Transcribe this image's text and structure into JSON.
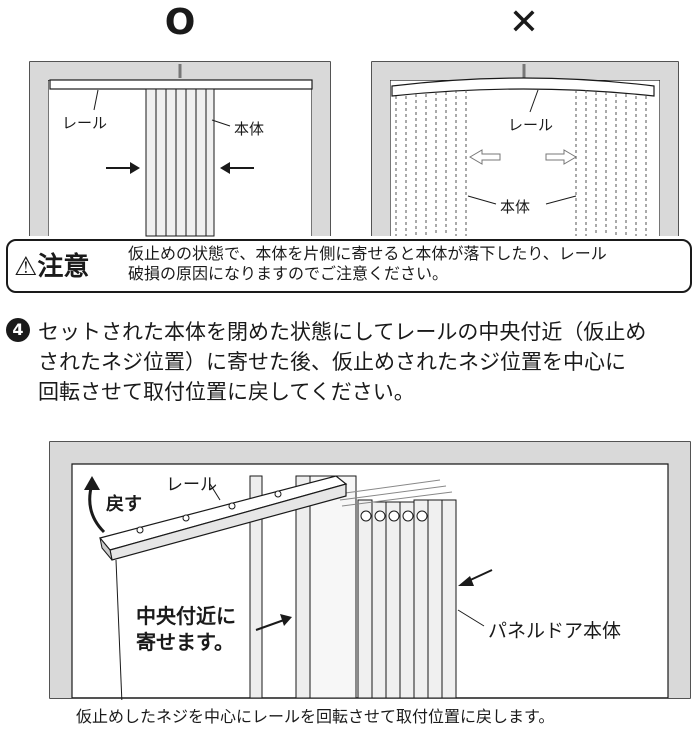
{
  "top_left": {
    "mark": "O",
    "rail_label": "レール",
    "body_label": "本体"
  },
  "top_right": {
    "mark": "✕",
    "rail_label": "レール",
    "body_label": "本体"
  },
  "caution": {
    "icon": "warning-triangle-icon",
    "heading": "注意",
    "line1": "仮止めの状態で、本体を片側に寄せると本体が落下したり、レール",
    "line2": "破損の原因になりますのでご注意ください。"
  },
  "step4": {
    "number": "4",
    "line1": "セットされた本体を閉めた状態にしてレールの中央付近（仮止め",
    "line2": "されたネジ位置）に寄せた後、仮止めされたネジ位置を中心に",
    "line3": "回転させて取付位置に戻してください。"
  },
  "diagram": {
    "return_label": "戻す",
    "rail_label": "レール",
    "center_label_line1": "中央付近に",
    "center_label_line2": "寄せます。",
    "panel_label": "パネルドア本体"
  },
  "caption": "仮止めしたネジを中心にレールを回転させて取付位置に戻します。"
}
